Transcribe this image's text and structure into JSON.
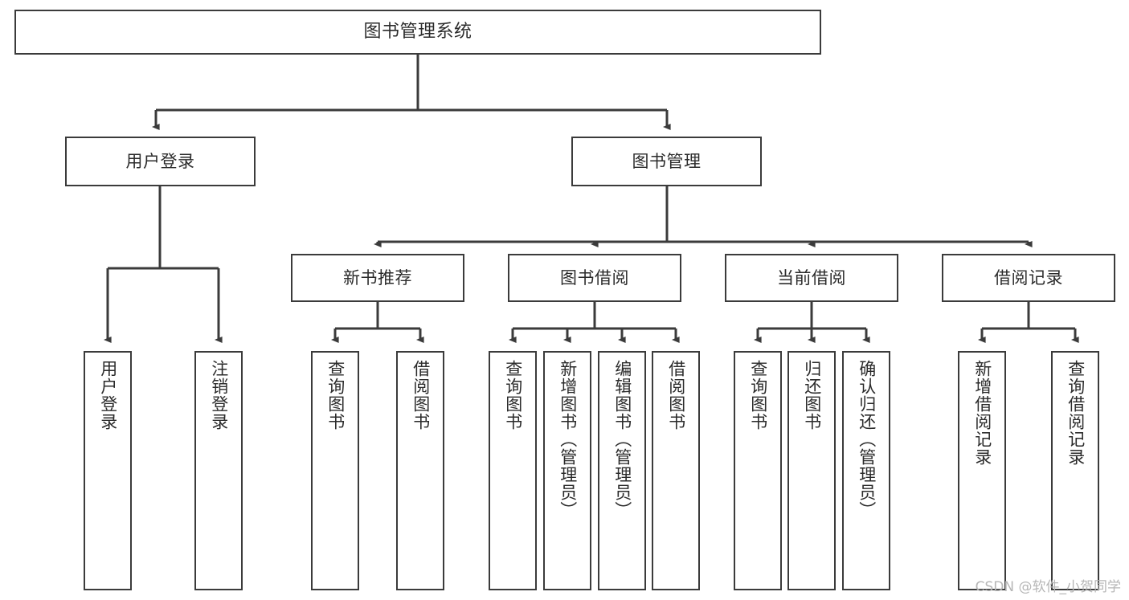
{
  "diagram": {
    "title": "图书管理系统",
    "type": "tree",
    "colors": {
      "stroke": "#3b3b3b",
      "fill": "#ffffff",
      "text": "#2b2b2b",
      "watermark": "#b6b6b6"
    },
    "watermark": "CSDN @软件_小贺同学",
    "nodes": {
      "root": {
        "label": "图书管理系统"
      },
      "level2": [
        {
          "id": "user-login",
          "label": "用户登录"
        },
        {
          "id": "book-manage",
          "label": "图书管理"
        }
      ],
      "level3": [
        {
          "id": "new-book-recommend",
          "label": "新书推荐"
        },
        {
          "id": "book-borrow",
          "label": "图书借阅"
        },
        {
          "id": "current-borrow",
          "label": "当前借阅"
        },
        {
          "id": "borrow-record",
          "label": "借阅记录"
        }
      ],
      "leaves": {
        "user_login": [
          {
            "id": "leaf-user-login",
            "label": "用户登录"
          },
          {
            "id": "leaf-user-logout",
            "label": "注销登录"
          }
        ],
        "new_book_recommend": [
          {
            "id": "leaf-query-book-1",
            "label": "查询图书"
          },
          {
            "id": "leaf-borrow-book-1",
            "label": "借阅图书"
          }
        ],
        "book_borrow": [
          {
            "id": "leaf-query-book-2",
            "label": "查询图书"
          },
          {
            "id": "leaf-add-book",
            "label": "新增图书（管理员）"
          },
          {
            "id": "leaf-edit-book",
            "label": "编辑图书（管理员）"
          },
          {
            "id": "leaf-borrow-book-2",
            "label": "借阅图书"
          }
        ],
        "current_borrow": [
          {
            "id": "leaf-query-book-3",
            "label": "查询图书"
          },
          {
            "id": "leaf-return-book",
            "label": "归还图书"
          },
          {
            "id": "leaf-confirm-return",
            "label": "确认归还（管理员）"
          }
        ],
        "borrow_record": [
          {
            "id": "leaf-add-record",
            "label": "新增借阅记录"
          },
          {
            "id": "leaf-query-record",
            "label": "查询借阅记录"
          }
        ]
      }
    }
  }
}
